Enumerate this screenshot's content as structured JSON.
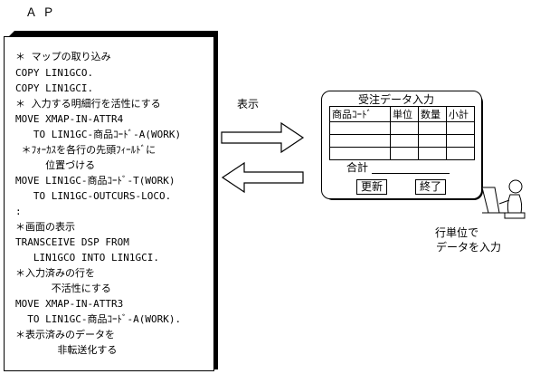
{
  "ap_title": "ＡＰ",
  "code_lines": [
    "＊ マップの取り込み",
    "COPY LIN1GCO.",
    "COPY LIN1GCI.",
    "＊ 入力する明細行を活性にする",
    "MOVE XMAP-IN-ATTR4",
    "   TO LIN1GC-商品ｺｰﾄﾞ-A(WORK)",
    " ＊ﾌｫｰｶｽを各行の先頭ﾌｨｰﾙﾄﾞに",
    "     位置づける",
    "MOVE LIN1GC-商品ｺｰﾄﾞ-T(WORK)",
    "   TO LIN1GC-OUTCURS-LOCO.",
    ":",
    "＊画面の表示",
    "TRANSCEIVE DSP FROM",
    "   LIN1GCO INTO LIN1GCI.",
    "＊入力済みの行を",
    "      不活性にする",
    "MOVE XMAP-IN-ATTR3",
    "  TO LIN1GC-商品ｺｰﾄﾞ-A(WORK).",
    "＊表示済みのデータを",
    "       非転送化する"
  ],
  "arrow_label": "表示",
  "screen": {
    "title": "受注データ入力",
    "columns": [
      "商品ｺｰﾄﾞ",
      "単位",
      "数量",
      "小計"
    ],
    "row_count": 3,
    "total_label": "合計",
    "update_button": "更新",
    "exit_button": "終了"
  },
  "user_caption": [
    "行単位で",
    "データを入力"
  ]
}
